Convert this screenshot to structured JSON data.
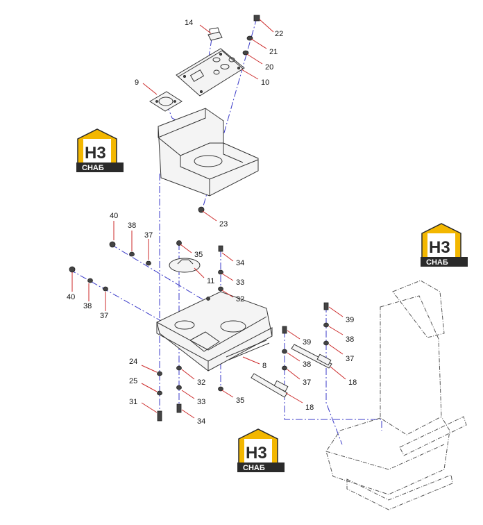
{
  "callouts": [
    {
      "id": "c14",
      "label": "14"
    },
    {
      "id": "c22",
      "label": "22"
    },
    {
      "id": "c21",
      "label": "21"
    },
    {
      "id": "c20",
      "label": "20"
    },
    {
      "id": "c10",
      "label": "10"
    },
    {
      "id": "c9",
      "label": "9"
    },
    {
      "id": "c23",
      "label": "23"
    },
    {
      "id": "c40a",
      "label": "40"
    },
    {
      "id": "c38a",
      "label": "38"
    },
    {
      "id": "c37a",
      "label": "37"
    },
    {
      "id": "c35a",
      "label": "35"
    },
    {
      "id": "c34a",
      "label": "34"
    },
    {
      "id": "c11",
      "label": "11"
    },
    {
      "id": "c33a",
      "label": "33"
    },
    {
      "id": "c40b",
      "label": "40"
    },
    {
      "id": "c38b",
      "label": "38"
    },
    {
      "id": "c37b",
      "label": "37"
    },
    {
      "id": "c32a",
      "label": "32"
    },
    {
      "id": "c39a",
      "label": "39"
    },
    {
      "id": "c38c",
      "label": "38"
    },
    {
      "id": "c37c",
      "label": "37"
    },
    {
      "id": "c39b",
      "label": "39"
    },
    {
      "id": "c38d",
      "label": "38"
    },
    {
      "id": "c18a",
      "label": "18"
    },
    {
      "id": "c8",
      "label": "8"
    },
    {
      "id": "c37d",
      "label": "37"
    },
    {
      "id": "c24",
      "label": "24"
    },
    {
      "id": "c32b",
      "label": "32"
    },
    {
      "id": "c25",
      "label": "25"
    },
    {
      "id": "c33b",
      "label": "33"
    },
    {
      "id": "c35b",
      "label": "35"
    },
    {
      "id": "c31",
      "label": "31"
    },
    {
      "id": "c34b",
      "label": "34"
    },
    {
      "id": "c18b",
      "label": "18"
    }
  ],
  "watermark": {
    "mark": "H3",
    "subtext": "CHAБ",
    "colors": {
      "yellow": "#f3b700",
      "dark": "#2a2a2a"
    }
  },
  "colors": {
    "leader": "#cc2a2a",
    "axis": "#3a3ac8",
    "line": "#333333"
  }
}
